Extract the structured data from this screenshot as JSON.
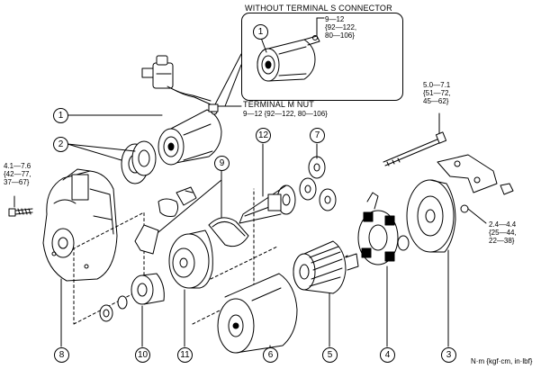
{
  "inset": {
    "title": "WITHOUT TERMINAL S CONNECTOR",
    "torque_line1": "9—12",
    "torque_line2": "{92—122,",
    "torque_line3": "80—106}"
  },
  "terminal_m": {
    "title": "TERMINAL M NUT",
    "torque": "9—12 {92—122, 80—106}"
  },
  "torque_top_right": {
    "line1": "5.0—7.1",
    "line2": "{51—72,",
    "line3": "45—62}"
  },
  "torque_left": {
    "line1": "4.1—7.6",
    "line2": "{42—77,",
    "line3": "37—67}"
  },
  "torque_right": {
    "line1": "2.4—4.4",
    "line2": "{25—44,",
    "line3": "22—38}"
  },
  "units": "N·m {kgf·cm, in·lbf}",
  "callouts": {
    "c1_inset": "1",
    "c1": "1",
    "c2": "2",
    "c3": "3",
    "c4": "4",
    "c5": "5",
    "c6": "6",
    "c7": "7",
    "c8": "8",
    "c9": "9",
    "c10": "10",
    "c11": "11",
    "c12": "12"
  }
}
